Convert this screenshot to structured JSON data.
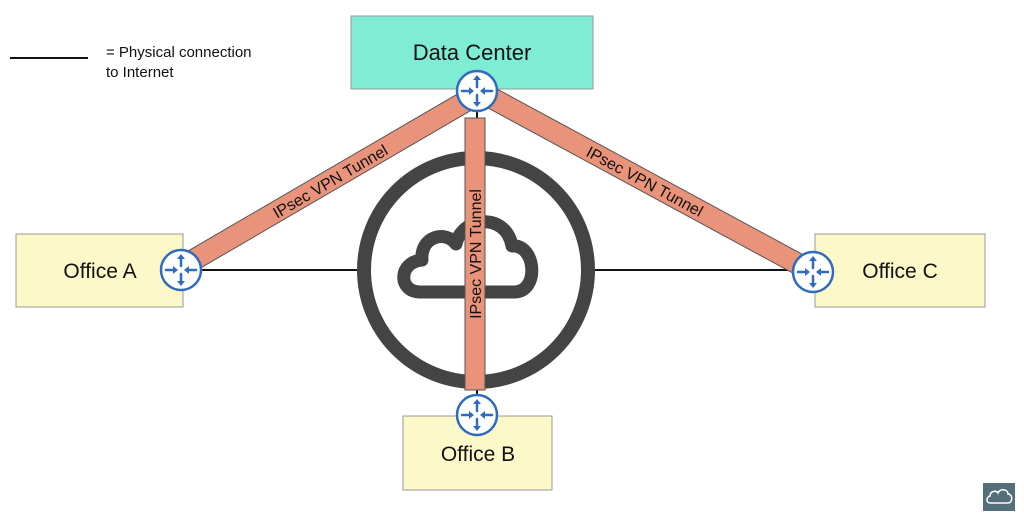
{
  "legend": {
    "line1": "= Physical connection",
    "line2": "to Internet"
  },
  "nodes": {
    "data_center": "Data Center",
    "office_a": "Office A",
    "office_b": "Office B",
    "office_c": "Office C"
  },
  "tunnels": {
    "a": "IPsec VPN Tunnel",
    "b": "IPsec VPN Tunnel",
    "c": "IPsec VPN Tunnel"
  },
  "colors": {
    "data_center": "#7eedd3",
    "office": "#fcf8c8",
    "tunnel": "#e8937a",
    "router": "#2f6bbf",
    "internet_ring": "#444444",
    "logo": "#546e7a"
  }
}
